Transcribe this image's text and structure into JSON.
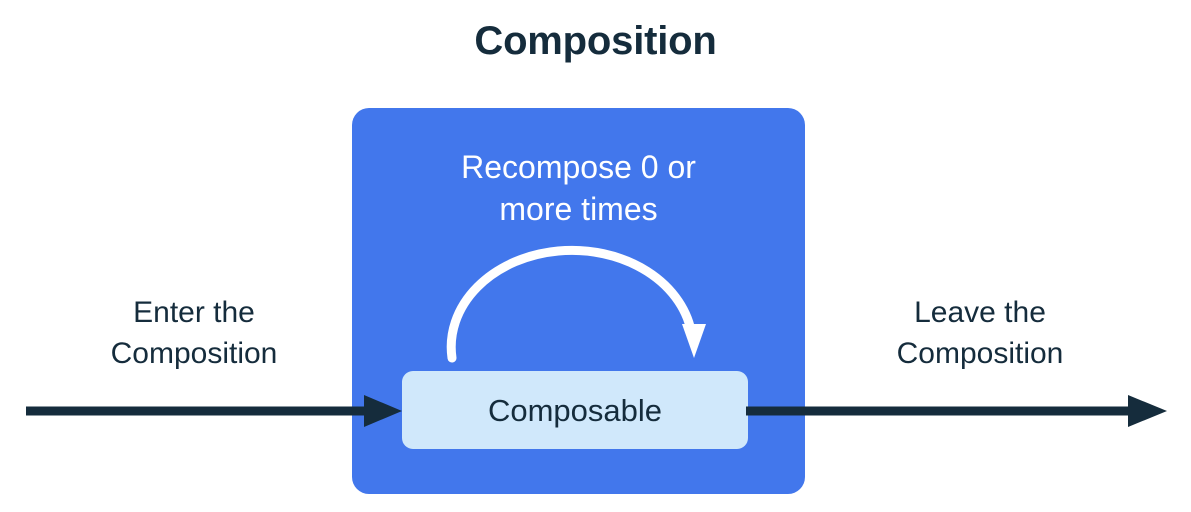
{
  "title": "Composition",
  "colors": {
    "background": "#ffffff",
    "navy": "#152C3C",
    "composition_blue": "#4277EC",
    "composable_light_blue": "#D0E8FB",
    "arrow_white": "#ffffff"
  },
  "composition": {
    "box_name": "Composition",
    "recompose_label": "Recompose 0 or\nmore times",
    "recompose_arrow_icon": "curved-loop-arrow-icon",
    "composable": {
      "label": "Composable"
    }
  },
  "flow": {
    "enter": {
      "label": "Enter the\nComposition",
      "arrow_icon": "right-arrow-icon",
      "direction": "right"
    },
    "leave": {
      "label": "Leave the\nComposition",
      "arrow_icon": "right-arrow-icon",
      "direction": "right"
    }
  }
}
